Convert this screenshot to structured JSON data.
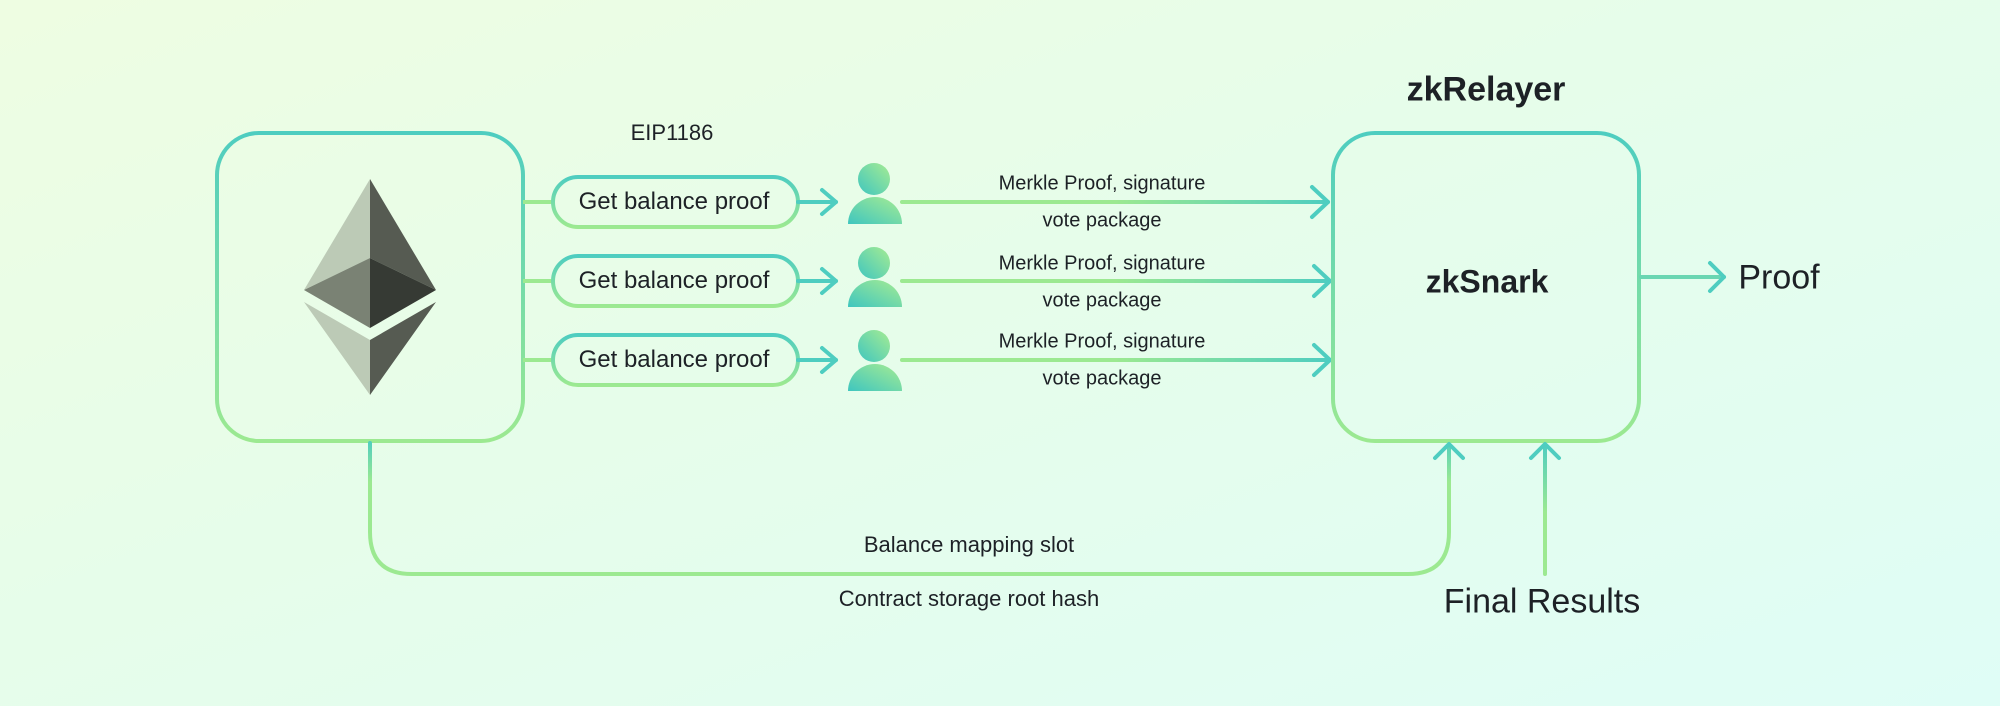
{
  "colors": {
    "teal": "#4ecdc0",
    "green": "#9ce991",
    "text": "#1d2126",
    "eth_light": "#bccab6",
    "eth_mid": "#7a8274",
    "eth_dark": "#565b52",
    "eth_darkest": "#363a34"
  },
  "source": {
    "icon": "ethereum-logo-icon",
    "protocol_label": "EIP1186"
  },
  "requests": [
    {
      "label": "Get balance proof",
      "user_icon": "user-icon",
      "edge_top": "Merkle Proof, signature",
      "edge_bottom": "vote package"
    },
    {
      "label": "Get balance proof",
      "user_icon": "user-icon",
      "edge_top": "Merkle Proof, signature",
      "edge_bottom": "vote package"
    },
    {
      "label": "Get balance proof",
      "user_icon": "user-icon",
      "edge_top": "Merkle Proof, signature",
      "edge_bottom": "vote package"
    }
  ],
  "relayer": {
    "title": "zkRelayer",
    "inner_label": "zkSnark",
    "output_label": "Proof"
  },
  "bottom_path": {
    "top_label": "Balance mapping slot",
    "bottom_label": "Contract storage root hash"
  },
  "final_results": {
    "label": "Final Results"
  }
}
